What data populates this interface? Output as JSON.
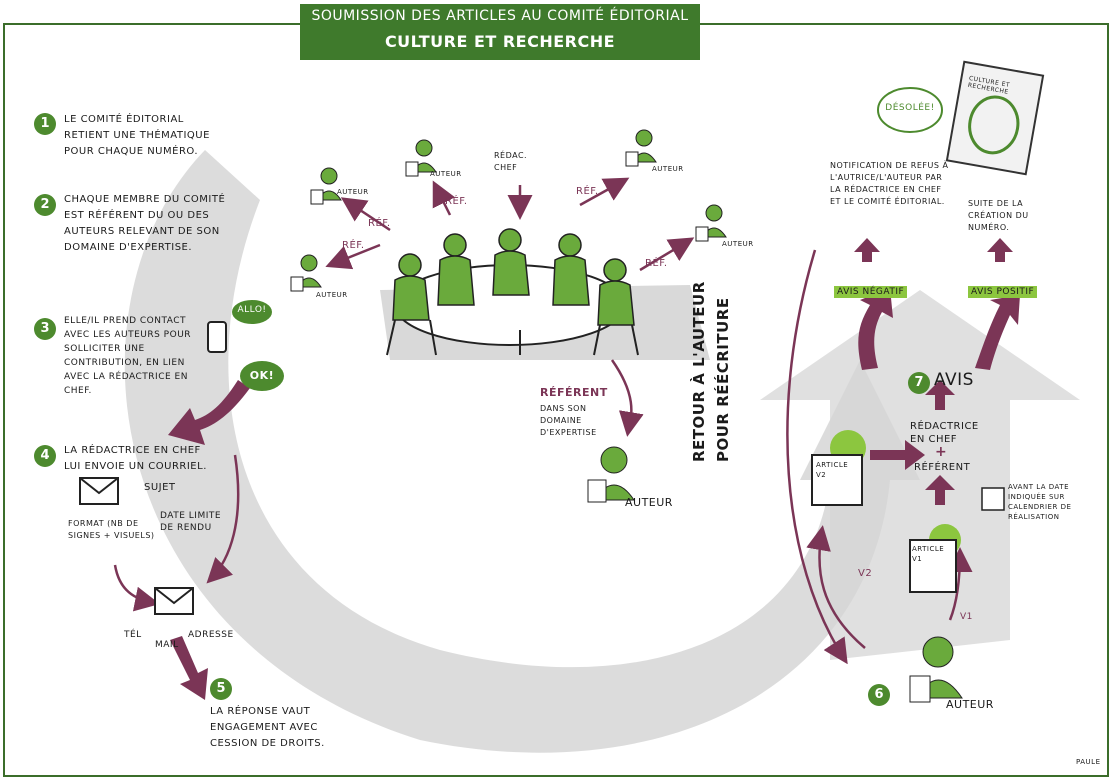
{
  "header": {
    "line1": "SOUMISSION DES ARTICLES AU COMITÉ ÉDITORIAL",
    "line2": "CULTURE ET RECHERCHE"
  },
  "steps": [
    {
      "num": "1",
      "text": "LE COMITÉ ÉDITORIAL RETIENT UNE THÉMATIQUE POUR CHAQUE NUMÉRO."
    },
    {
      "num": "2",
      "text": "CHAQUE MEMBRE DU COMITÉ EST RÉFÉRENT DU OU DES AUTEURS RELEVANT DE SON DOMAINE D'EXPERTISE."
    },
    {
      "num": "3",
      "text": "ELLE/IL PREND CONTACT AVEC LES AUTEURS POUR SOLLICITER UNE CONTRIBUTION, EN LIEN AVEC LA RÉDACTRICE EN CHEF."
    },
    {
      "num": "4",
      "text": "LA RÉDACTRICE EN CHEF LUI ENVOIE UN COURRIEL."
    },
    {
      "num": "5",
      "text": "LA RÉPONSE VAUT ENGAGEMENT AVEC CESSION DE DROITS."
    },
    {
      "num": "6"
    },
    {
      "num": "7",
      "text": "AVIS"
    }
  ],
  "bubbles": {
    "allo": "ALLO!",
    "ok": "OK!",
    "desolee": "DÉSOLÉE!"
  },
  "mail": {
    "sujet": "SUJET",
    "format": "FORMAT (NB DE SIGNES + VISUELS)",
    "date_limite": "DATE LIMITE DE RENDU",
    "tel": "TÉL",
    "mail": "MAIL",
    "adresse": "ADRESSE"
  },
  "meeting": {
    "redac_chef": "RÉDAC. CHEF",
    "ref": "RÉF.",
    "auteur": "AUTEUR",
    "referent_label": "RÉFÉRENT",
    "referent_desc": "DANS SON DOMAINE D'EXPERTISE"
  },
  "right": {
    "retour_line1": "RETOUR À L'AUTEUR",
    "retour_line2": "POUR RÉÉCRITURE",
    "notification": "NOTIFICATION DE REFUS À L'AUTRICE/L'AUTEUR PAR LA RÉDACTRICE EN CHEF ET LE COMITÉ ÉDITORIAL.",
    "suite": "SUITE DE LA CRÉATION DU NUMÉRO.",
    "avis_negatif": "AVIS NÉGATIF",
    "avis_positif": "AVIS POSITIF",
    "redactrice": "RÉDACTRICE EN CHEF",
    "plus": "+",
    "referent": "RÉFÉRENT",
    "avant": "AVANT LA DATE INDIQUÉE SUR CALENDRIER DE RÉALISATION",
    "article_v1": "ARTICLE V1",
    "article_v2": "ARTICLE V2",
    "v1": "V1",
    "v2": "V2",
    "auteur": "AUTEUR",
    "magazine": "CULTURE ET RECHERCHE"
  },
  "signature": "PAULE"
}
